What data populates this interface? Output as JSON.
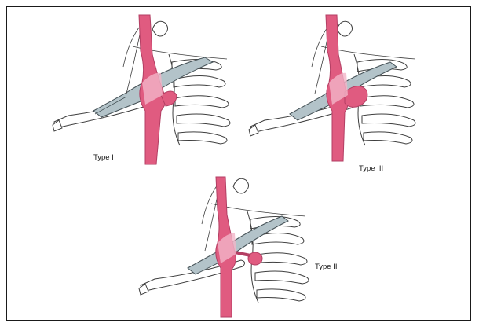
{
  "figure": {
    "panels": [
      {
        "id": "type-1",
        "label": "Type I"
      },
      {
        "id": "type-3",
        "label": "Type III"
      },
      {
        "id": "type-2",
        "label": "Type II"
      }
    ]
  },
  "colors": {
    "artery": "#e05b80",
    "artery_light": "#f2b5c8",
    "ligament": "#b3c3c9",
    "ligament_stroke": "#445055",
    "bone_stroke": "#3e3e3e",
    "frame": "#1a1a1a"
  }
}
